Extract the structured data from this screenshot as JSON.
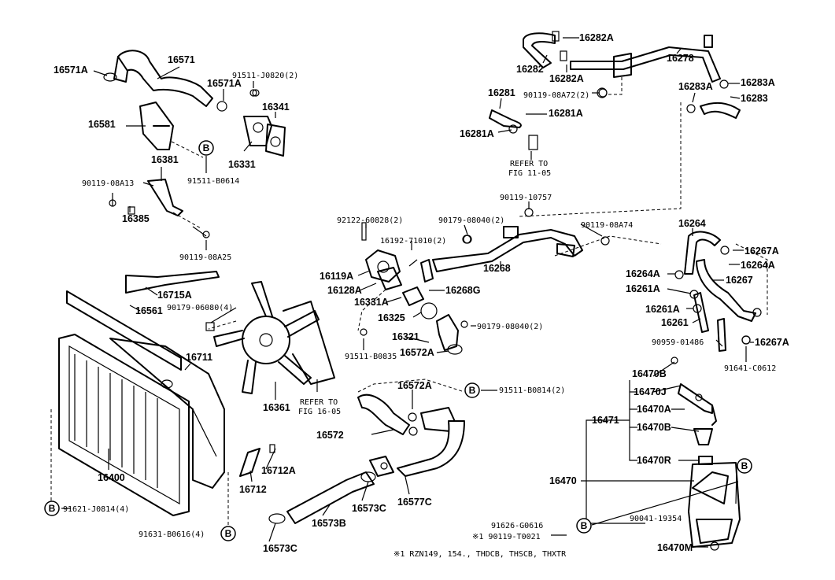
{
  "labels": {
    "p16571A": "16571A",
    "p16571": "16571",
    "p91511J0820": "91511-J0820(2)",
    "p16571A_b": "16571A",
    "p16341": "16341",
    "p16581": "16581",
    "p16331": "16331",
    "p91511B0614": "91511-B0614",
    "p16381": "16381",
    "p90119_08A13": "90119-08A13",
    "p16385": "16385",
    "p90119_08A25": "90119-08A25",
    "p16282A_a": "16282A",
    "p16282": "16282",
    "p16282A_b": "16282A",
    "p16278": "16278",
    "p16283A_a": "16283A",
    "p16283A_b": "16283A",
    "p16283": "16283",
    "p16281": "16281",
    "p90119_08A72": "90119-08A72(2)",
    "p16281A_a": "16281A",
    "p16281A_b": "16281A",
    "refer1105_a": "REFER TO",
    "refer1105_b": "FIG 11-05",
    "p90119_10757": "90119-10757",
    "p92122_60828": "92122-60828(2)",
    "p90179_08040a": "90179-08040(2)",
    "p90119_08A74": "90119-08A74",
    "p16192_71010": "16192-71010(2)",
    "p16264": "16264",
    "p16267A_a": "16267A",
    "p16264A_a": "16264A",
    "p16119A": "16119A",
    "p16268": "16268",
    "p16264A_b": "16264A",
    "p16267": "16267",
    "p16128A": "16128A",
    "p16268G": "16268G",
    "p16331A": "16331A",
    "p16261A_a": "16261A",
    "p16261A_b": "16261A",
    "p16325": "16325",
    "p16261": "16261",
    "p16321": "16321",
    "p90179_08040b": "90179-08040(2)",
    "p90959_01486": "90959-01486",
    "p16267A_b": "16267A",
    "p91511_B0835": "91511-B0835",
    "p16572A_a": "16572A",
    "p91641_C0612": "91641-C0612",
    "p16715A": "16715A",
    "p90179_06080": "90179-06080(4)",
    "p16561": "16561",
    "p16711": "16711",
    "p16361": "16361",
    "refer1605_a": "REFER TO",
    "refer1605_b": "FIG 16-05",
    "p16572A_b": "16572A",
    "p91511_B0814": "91511-B0814(2)",
    "p16470B_a": "16470B",
    "p16470J": "16470J",
    "p16471": "16471",
    "p16470A": "16470A",
    "p16470B_b": "16470B",
    "p16572": "16572",
    "p16470R": "16470R",
    "p16712A": "16712A",
    "p16470": "16470",
    "p16400": "16400",
    "p16712": "16712",
    "p16573C_a": "16573C",
    "p16577C": "16577C",
    "p91621_J0814": "91621-J0814(4)",
    "p16573B": "16573B",
    "p91626_G0616": "91626-G0616",
    "p90041_19354": "90041-19354",
    "p90119_T0021": "※1 90119-T0021",
    "p91631_B0616": "91631-B0616(4)",
    "p16573C_b": "16573C",
    "p16470M": "16470M",
    "footnote": "※1 RZN149, 154., THDCB, THSCB, THXTR",
    "b": "B"
  }
}
